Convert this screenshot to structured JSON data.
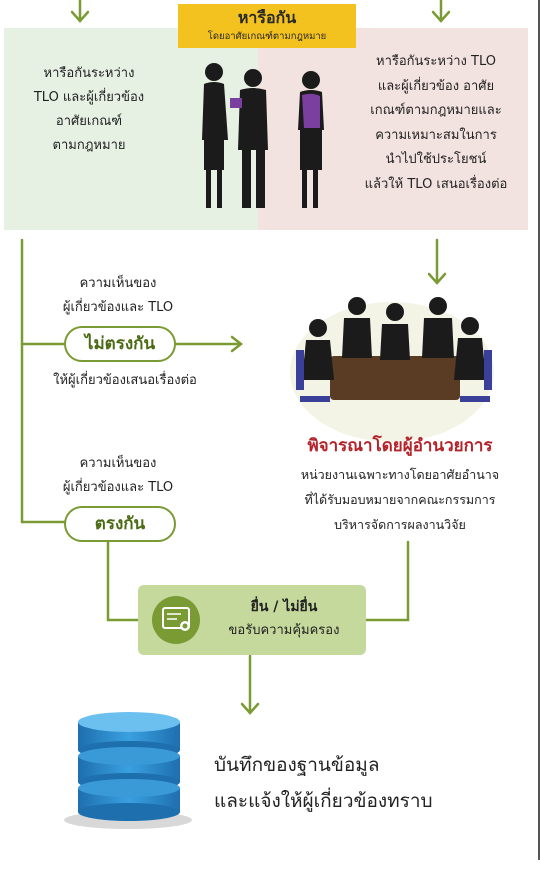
{
  "title": {
    "main": "หารือกัน",
    "sub": "โดยอาศัยเกณฑ์ตามกฎหมาย"
  },
  "left_panel": {
    "text": "หารือกันระหว่าง\nTLO และผู้เกี่ยวข้อง\nอาศัยเกณฑ์\nตามกฎหมาย"
  },
  "right_panel": {
    "text": "หารือกันระหว่าง TLO\nและผู้เกี่ยวข้อง อาศัย\nเกณฑ์ตามกฎหมายและ\nความเหมาะสมในการ\nนำไปใช้ประโยชน์\nแล้วให้ TLO เสนอเรื่องต่อ"
  },
  "branch_disagree": {
    "opinion": "ความเห็นของ\nผู้เกี่ยวข้องและ TLO",
    "label": "ไม่ตรงกัน",
    "note": "ให้ผู้เกี่ยวข้องเสนอเรื่องต่อ"
  },
  "branch_agree": {
    "opinion": "ความเห็นของ\nผู้เกี่ยวข้องและ TLO",
    "label": "ตรงกัน"
  },
  "committee": {
    "title": "พิจารณาโดยผู้อำนวยการ",
    "desc": "หน่วยงานเฉพาะทางโดยอาศัยอำนาจ\nที่ได้รับมอบหมายจากคณะกรรมการ\nบริหารจัดการผลงานวิจัย"
  },
  "submit": {
    "line1": "ยื่น / ไม่ยื่น",
    "line2": "ขอรับความคุ้มครอง",
    "icon": "certificate-icon"
  },
  "database": {
    "line1": "บันทึกของฐานข้อมูล",
    "line2": "และแจ้งให้ผู้เกี่ยวข้องทราบ",
    "icon": "database-icon"
  },
  "colors": {
    "arrow": "#7a9a34",
    "title_bg": "#f3c21f",
    "left_panel_bg": "#e6f0e3",
    "right_panel_bg": "#f3e3e0",
    "committee_title": "#b4232a",
    "submit_bg": "#c6d99c",
    "db_blue": "#2f8fd0"
  }
}
